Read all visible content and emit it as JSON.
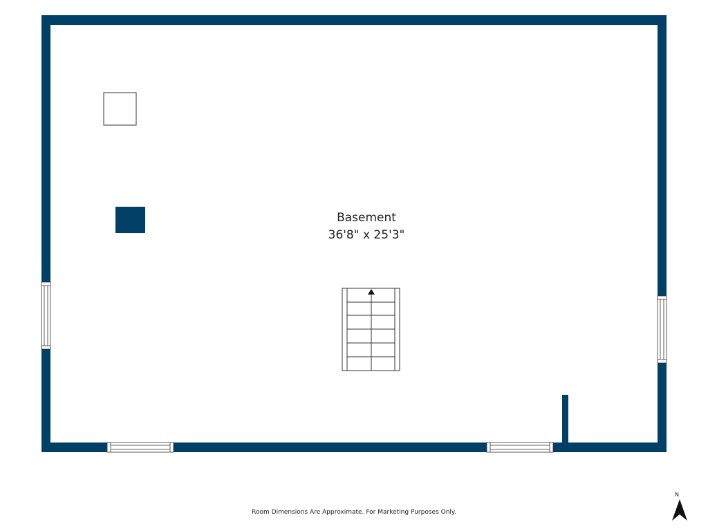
{
  "room": {
    "name": "Basement",
    "dimensions": "36'8\" x 25'3\""
  },
  "footer": {
    "note": "Room Dimensions Are Approximate. For Marketing Purposes Only."
  },
  "compass": {
    "label": "N",
    "icon": "north-arrow-icon"
  },
  "colors": {
    "wall": "#003f66",
    "line": "#333333",
    "background": "#ffffff"
  }
}
